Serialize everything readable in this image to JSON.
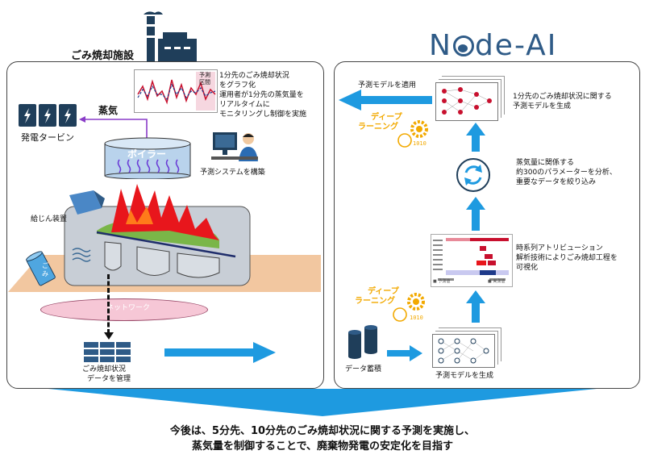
{
  "facility_label": "ごみ焼却施設",
  "brand": {
    "left": "N",
    "right": "de-AI"
  },
  "left": {
    "graph_note": [
      "1分先のごみ焼却状況",
      "をグラフ化",
      "運用者が1分先の蒸気量を",
      "リアルタイムに",
      "モニタリングし制御を実施"
    ],
    "graph_legend": [
      "予測",
      "区間"
    ],
    "steam": "蒸気",
    "turbine": "発電タービン",
    "boiler": "ボイラー",
    "system": "予測システムを構築",
    "feeder": "給じん装置",
    "waste": [
      "ご",
      "み"
    ],
    "network": "ネットワーク",
    "management": [
      "ごみ焼却状況",
      "データを管理"
    ]
  },
  "right": {
    "apply": "予測モデルを適用",
    "deep_top": [
      "ディープ",
      "ラーニング"
    ],
    "model_top": [
      "1分先のごみ焼却状況に関する",
      "予測モデルを生成"
    ],
    "params": [
      "蒸気量に関係する",
      "約300のパラメーターを分析、",
      "重要なデータを絞り込み"
    ],
    "attribution": [
      "時系列アトリビューション",
      "解析技術によりごみ焼却工程を",
      "可視化"
    ],
    "deep_bottom": [
      "ディープ",
      "ラーニング"
    ],
    "storage": "データ蓄積",
    "model_bottom": "予測モデルを生成",
    "heat_labels": [
      "■ 予測値",
      "■ 実測値"
    ]
  },
  "footer": [
    "今後は、5分先、10分先のごみ焼却状況に関する予測を実施し、",
    "蒸気量を制御することで、廃棄物発電の安定化を目指す"
  ],
  "colors": {
    "arrow": "#1e9ae0",
    "brand": "#2f5b87",
    "accent": "#f2a900",
    "fire": "#e8161c",
    "purple": "#8a3cc8"
  }
}
